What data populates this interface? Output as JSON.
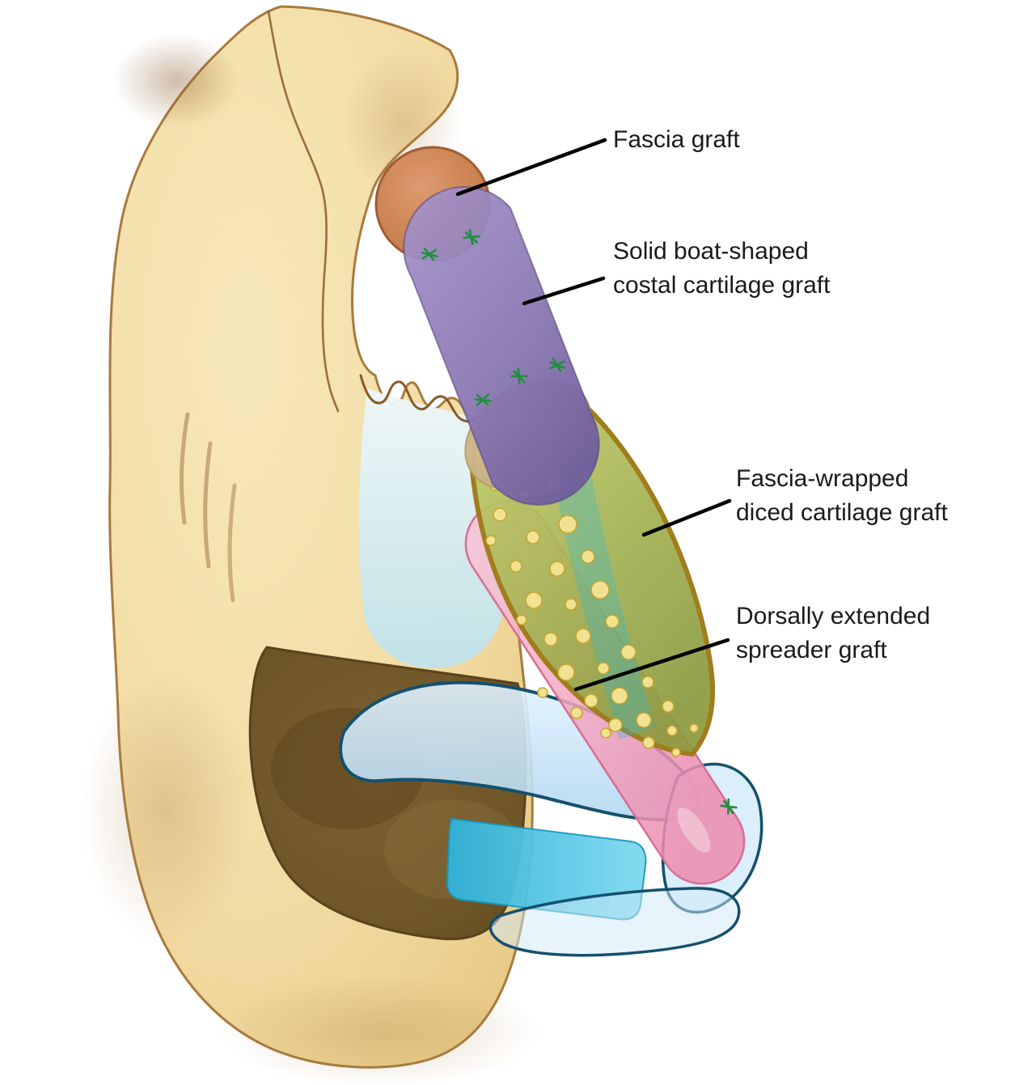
{
  "labels": [
    {
      "text": "Fascia graft"
    },
    {
      "line1": "Solid boat-shaped",
      "line2": "costal cartilage graft"
    },
    {
      "line1": "Fascia-wrapped",
      "line2": "diced cartilage graft"
    },
    {
      "line1": "Dorsally extended",
      "line2": "spreader graft"
    }
  ],
  "colors": {
    "background": "#ffffff",
    "skin": "#f2dca4",
    "skin_outline": "#a87a3e",
    "nasal_cavity": "#6e5526",
    "upper_cartilage": "#cfe8ee",
    "lower_cartilage": "#c9e4f7",
    "cartilage_outline": "#15506e",
    "septum_cyan": "#45c2e3",
    "spreader_graft_pink": "#f3a8c2",
    "diced_graft_green": "#a3b14f",
    "diced_graft_outline": "#a07d1d",
    "diced_dots_yellow": "#f0e291",
    "costal_graft_purple": "#8d7cb8",
    "fascia_graft_orange": "#cf8a5e",
    "suture_green": "#1f8f3c",
    "leader_line": "#000000",
    "label_text": "#1a1a1a"
  }
}
